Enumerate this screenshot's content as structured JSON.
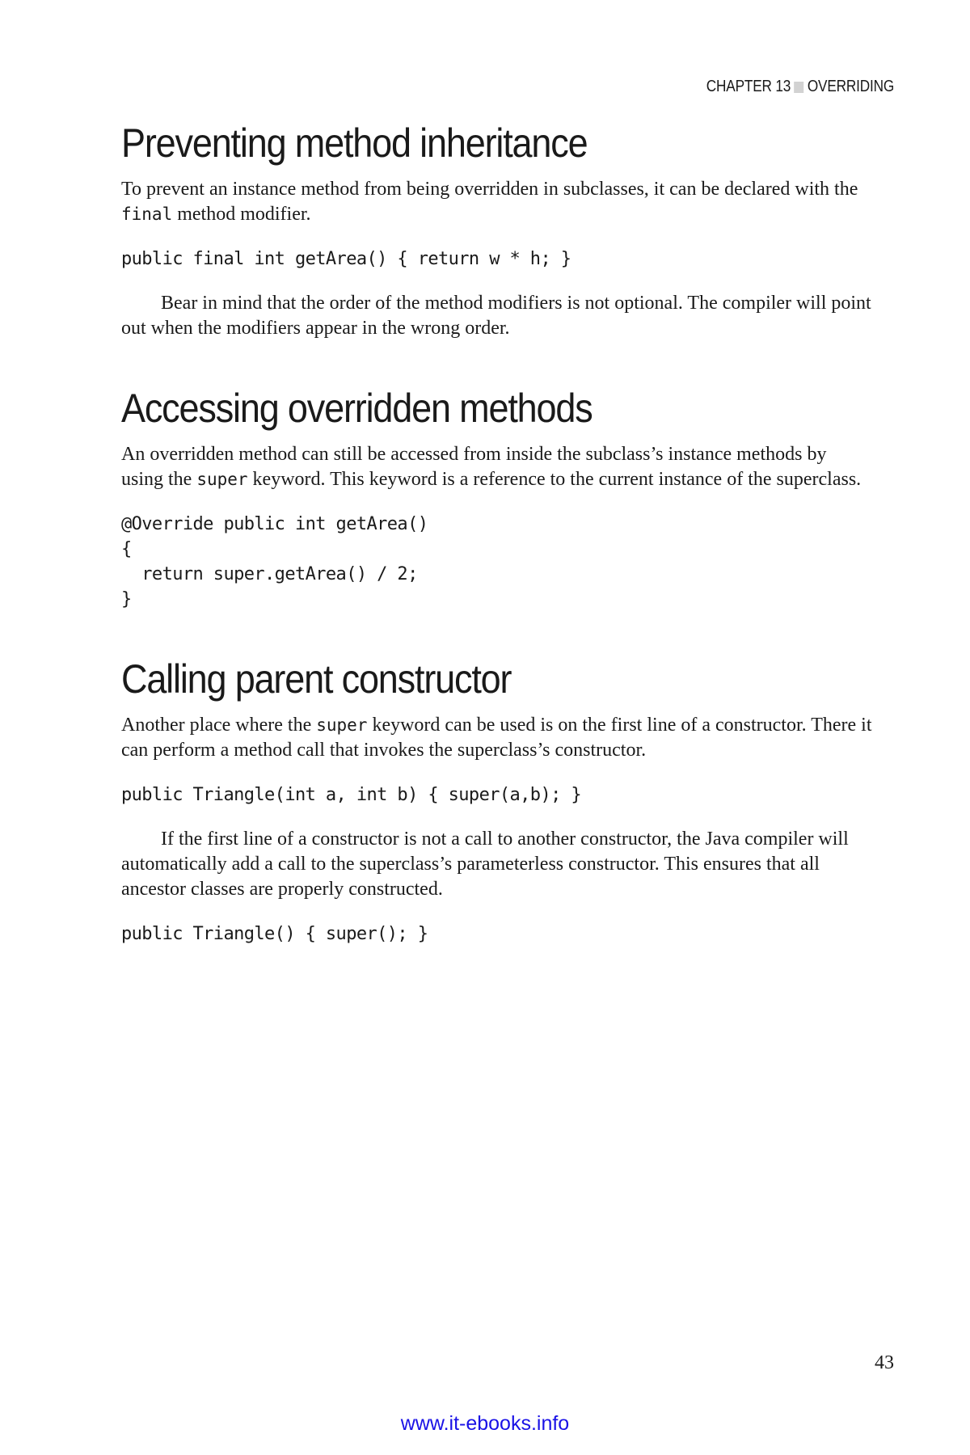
{
  "header": {
    "chapter": "CHAPTER 13",
    "section": "OVERRIDING"
  },
  "sections": [
    {
      "heading": "Preventing method inheritance",
      "p1_before": "To prevent an instance method from being overridden in subclasses, it can be declared with the ",
      "p1_code": "final",
      "p1_after": " method modifier.",
      "code1": "public final int getArea() { return w * h; }",
      "p2": "Bear in mind that the order of the method modifiers is not optional. The compiler will point out when the modifiers appear in the wrong order."
    },
    {
      "heading": "Accessing overridden methods",
      "p1_before": "An overridden method can still be accessed from inside the subclass’s instance methods by using the ",
      "p1_code": "super",
      "p1_after": " keyword. This keyword is a reference to the current instance of the superclass.",
      "code1": "@Override public int getArea()\n{\n  return super.getArea() / 2;\n}"
    },
    {
      "heading": "Calling parent constructor",
      "p1_before": "Another place where the ",
      "p1_code": "super",
      "p1_after": " keyword can be used is on the first line of a constructor. There it can perform a method call that invokes the superclass’s constructor.",
      "code1": "public Triangle(int a, int b) { super(a,b); }",
      "p2": "If the first line of a constructor is not a call to another constructor, the Java compiler will automatically add a call to the superclass’s parameterless constructor. This ensures that all ancestor classes are properly constructed.",
      "code2": "public Triangle() { super(); }"
    }
  ],
  "footer": {
    "page_number": "43",
    "link": "www.it-ebooks.info"
  }
}
